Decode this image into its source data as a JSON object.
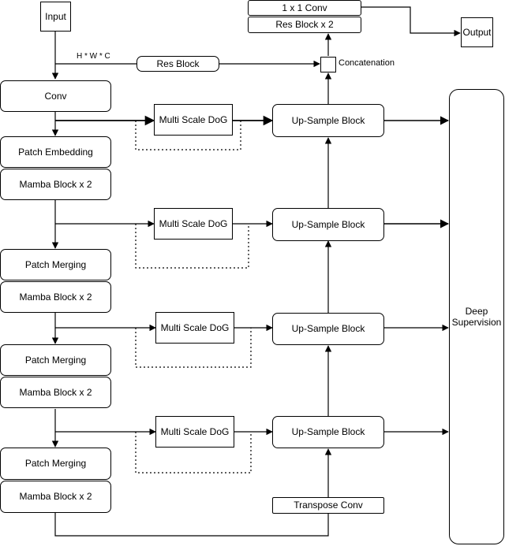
{
  "diagram": {
    "input": "Input",
    "output": "Output",
    "hwc": "H * W * C",
    "res_block": "Res Block",
    "concatenation": "Concatenation",
    "conv1x1": "1 x 1 Conv",
    "res_block_x2": "Res Block x 2",
    "conv": "Conv",
    "patch_embedding": "Patch Embedding",
    "mamba_block": "Mamba Block x 2",
    "patch_merging": "Patch Merging",
    "multi_scale_dog": "Multi Scale DoG",
    "upsample_block": "Up-Sample Block",
    "transpose_conv": "Transpose Conv",
    "deep_supervision": "Deep\nSupervision"
  }
}
